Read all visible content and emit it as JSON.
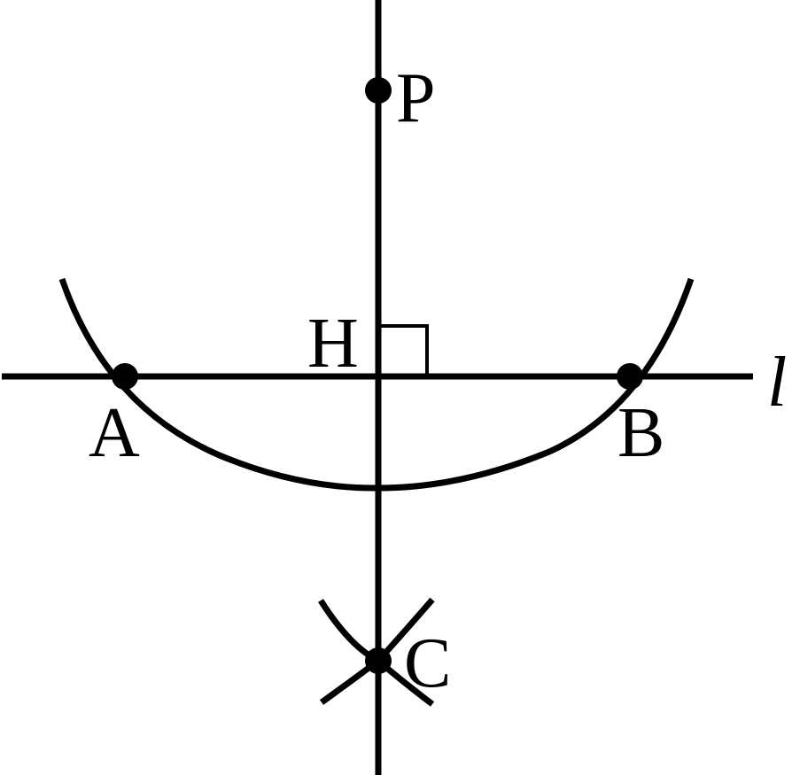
{
  "labels": {
    "P": "P",
    "H": "H",
    "A": "A",
    "B": "B",
    "C": "C",
    "line": "l"
  }
}
